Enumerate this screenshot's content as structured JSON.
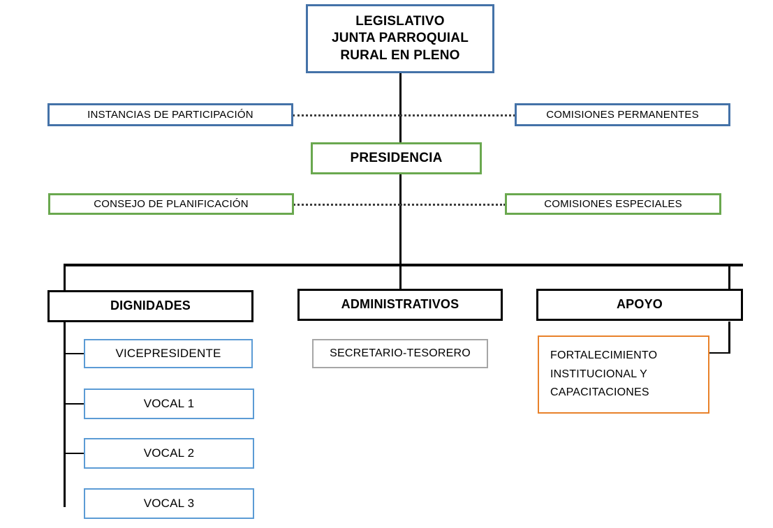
{
  "diagram": {
    "type": "organizational-chart",
    "title": "Organigrama Junta Parroquial Rural",
    "colors": {
      "blue_dark": "#4472a8",
      "blue_light": "#5b9bd5",
      "green": "#6aa84f",
      "black": "#000000",
      "gray": "#a6a6a6",
      "orange": "#e8812a",
      "background": "#ffffff"
    },
    "nodes": {
      "legislativo": "LEGISLATIVO\nJUNTA PARROQUIAL\nRURAL EN PLENO",
      "instancias_participacion": "INSTANCIAS  DE PARTICIPACIÓN",
      "comisiones_permanentes": "COMISIONES  PERMANENTES",
      "presidencia": "PRESIDENCIA",
      "consejo_planificacion": "CONSEJO DE PLANIFICACIÓN",
      "comisiones_especiales": "COMISIONES  ESPECIALES",
      "dignidades": "DIGNIDADES",
      "administrativos": "ADMINISTRATIVOS",
      "apoyo": "APOYO",
      "vicepresidente": "VICEPRESIDENTE",
      "vocal_1": "VOCAL 1",
      "vocal_2": "VOCAL 2",
      "vocal_3": "VOCAL 3",
      "secretario_tesorero": "SECRETARIO-TESORERO",
      "fortalecimiento": "FORTALECIMIENTO\nINSTITUCIONAL   Y\nCAPACITACIONES"
    }
  }
}
